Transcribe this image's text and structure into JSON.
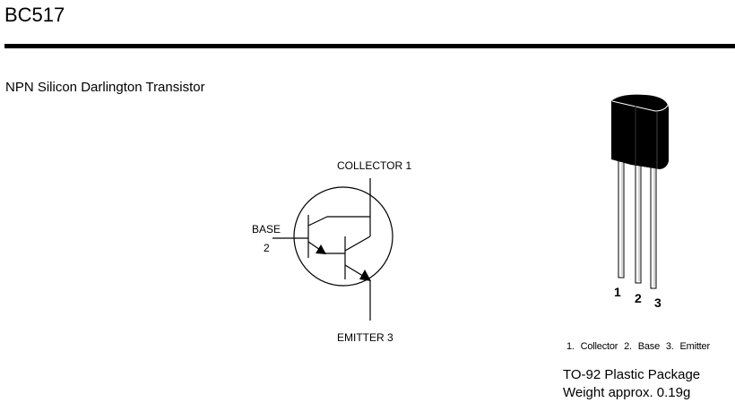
{
  "header": {
    "title": "BC517"
  },
  "description": "NPN Silicon Darlington Transistor",
  "schematic": {
    "collector_label": "COLLECTOR 1",
    "base_label_line1": "BASE",
    "base_label_line2": "2",
    "emitter_label": "EMITTER 3",
    "symbol": "npn-darlington-transistor"
  },
  "package": {
    "illustration": "to92-package",
    "body_color": "#000000",
    "pins": [
      {
        "number": "1"
      },
      {
        "number": "2"
      },
      {
        "number": "3"
      }
    ],
    "pin_legend": "1. Collector  2. Base  3. Emitter",
    "package_type": "TO-92 Plastic Package",
    "weight": "Weight approx. 0.19g"
  }
}
